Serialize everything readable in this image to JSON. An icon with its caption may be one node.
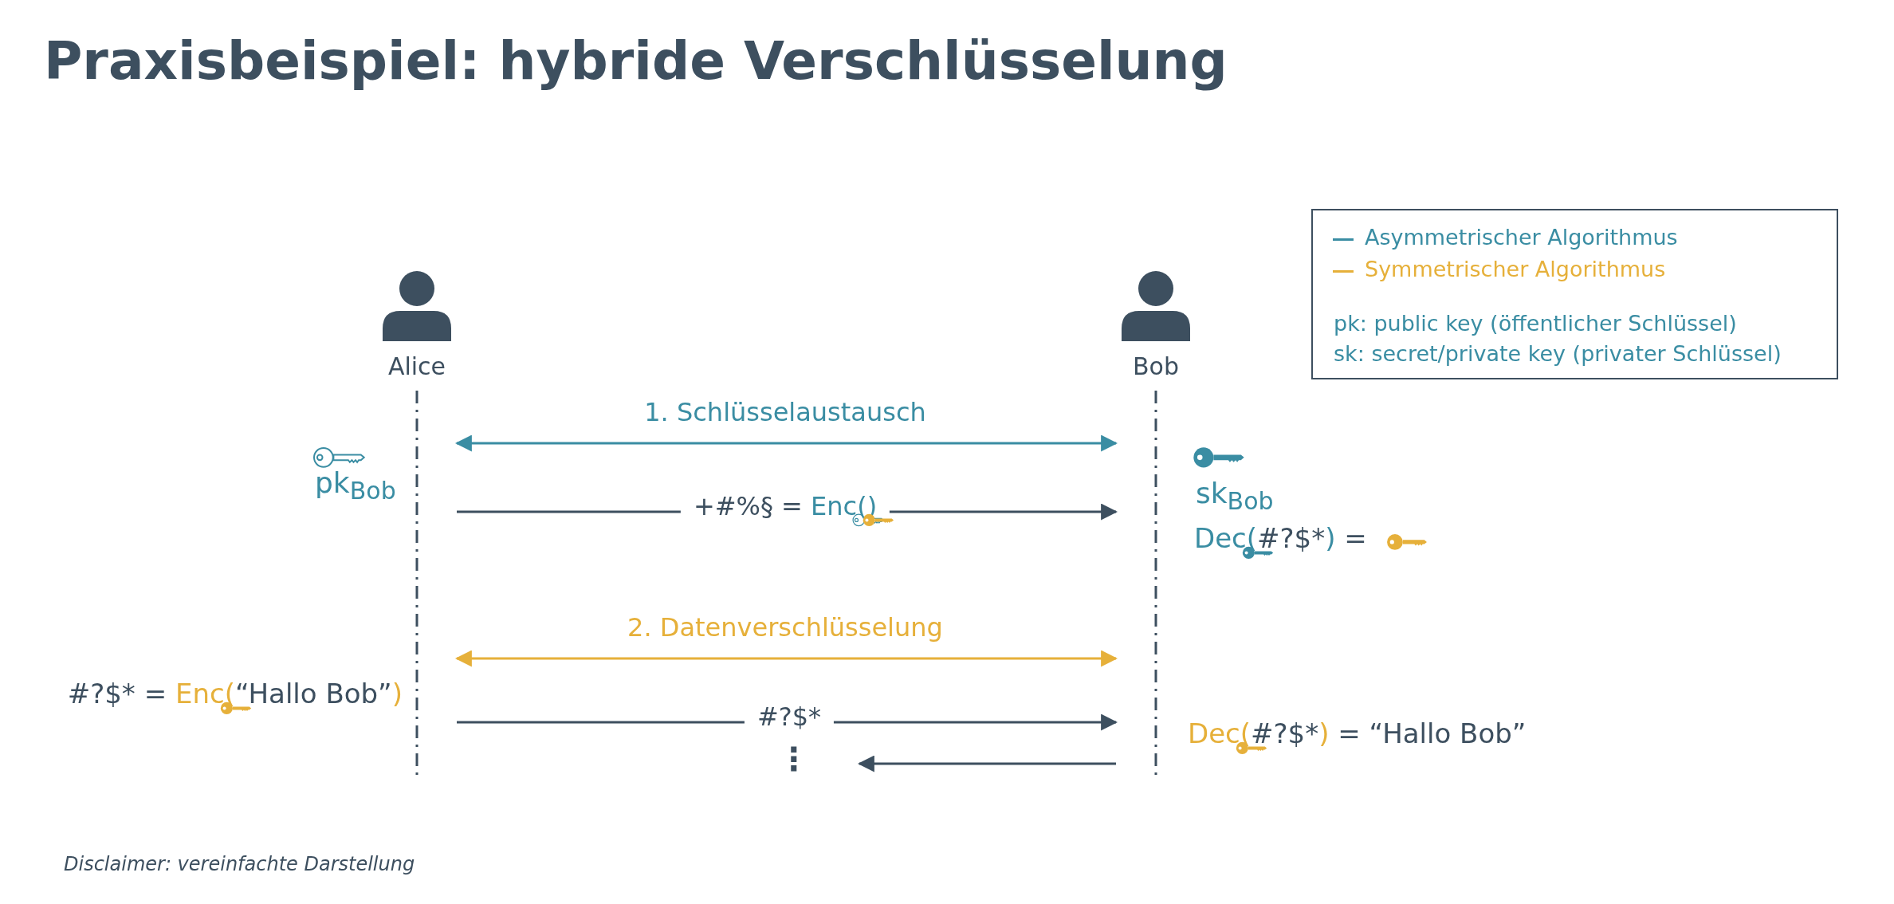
{
  "diagram": {
    "title": "Praxisbeispiel: hybride Verschlüsselung",
    "caption": "Disclaimer: vereinfachte Darstellung",
    "nodes": [
      {
        "text": [
          "Alice"
        ]
      },
      {
        "text": [
          "Bob"
        ]
      }
    ],
    "edges": [
      {
        "from": 0,
        "to": 1,
        "arrow": "both",
        "label": "1. Schlüsselaustausch",
        "color": "#3a8da3"
      },
      {
        "from": 0,
        "to": 1,
        "arrow": "to",
        "label": "+#%§ = Enc()"
      },
      {
        "from": 0,
        "to": 1,
        "arrow": "both",
        "label": "2. Datenverschlüsselung",
        "color": "#e6b03a"
      },
      {
        "from": 0,
        "to": 1,
        "arrow": "to",
        "label": "#?$*"
      },
      {
        "from": 1,
        "to": null,
        "arrow": "to"
      }
    ],
    "labels": [
      "pk$_{Bob}$",
      "#?$* = Enc(“Hallo Bob”)",
      "⋮",
      "sk$_{Bob}$",
      "Dec(#?$*) =",
      "Dec(#?$*) = “Hallo Bob”",
      "pk: public key (öffentlicher Schlüssel)",
      "sk: secret/private key (privater Schlüssel)"
    ],
    "legend": [
      {
        "text": "Asymmetrischer Algorithmus",
        "color": "#3a8da3"
      },
      {
        "text": "Symmetrischer Algorithmus",
        "color": "#e6b03a"
      }
    ]
  }
}
